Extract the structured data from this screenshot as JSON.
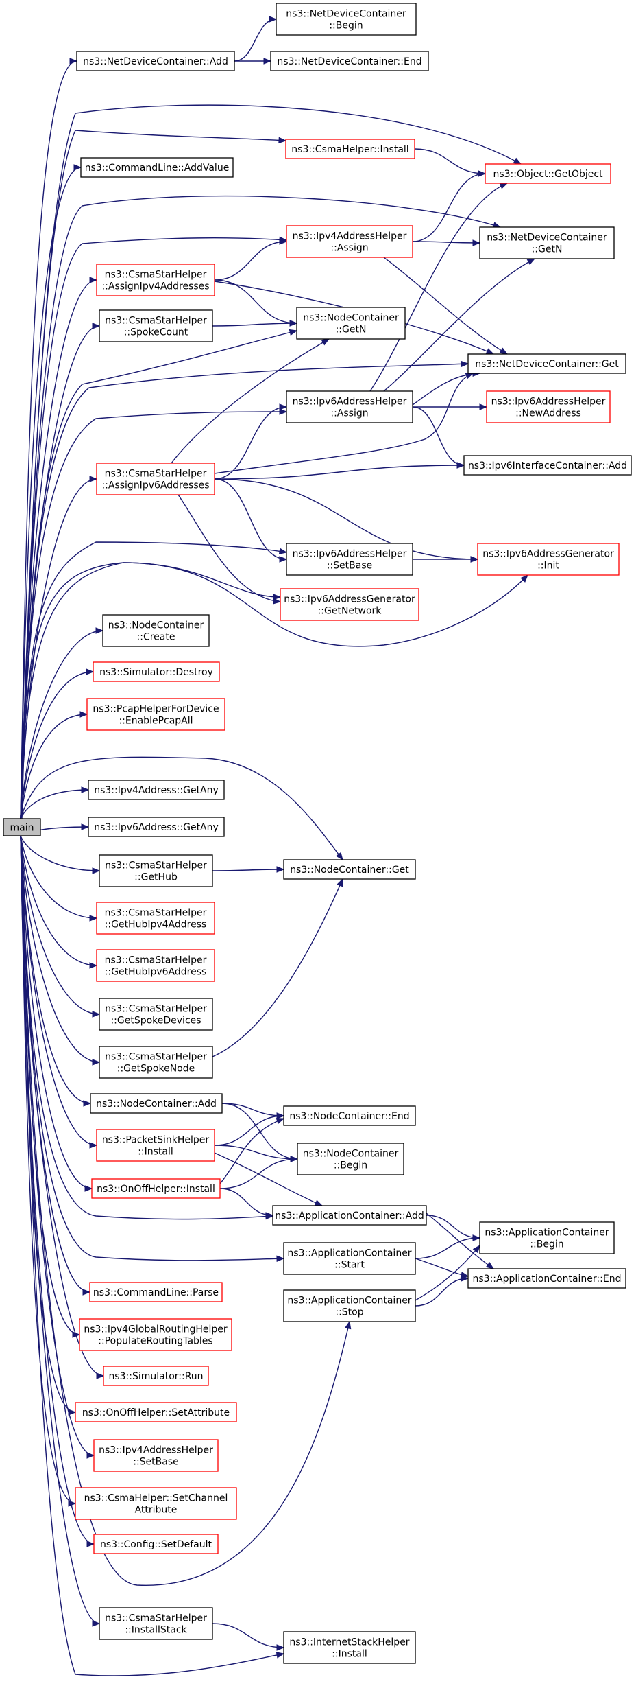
{
  "graph": {
    "root": "main",
    "nodes": [
      {
        "id": "main",
        "lines": [
          "main"
        ],
        "style": "root"
      },
      {
        "id": "ndc_add",
        "lines": [
          "ns3::NetDeviceContainer::Add"
        ],
        "style": "black"
      },
      {
        "id": "ndc_begin",
        "lines": [
          "ns3::NetDeviceContainer",
          "::Begin"
        ],
        "style": "black"
      },
      {
        "id": "ndc_end",
        "lines": [
          "ns3::NetDeviceContainer::End"
        ],
        "style": "black"
      },
      {
        "id": "csma_install",
        "lines": [
          "ns3::CsmaHelper::Install"
        ],
        "style": "red"
      },
      {
        "id": "obj_getobject",
        "lines": [
          "ns3::Object::GetObject"
        ],
        "style": "red"
      },
      {
        "id": "cl_addvalue",
        "lines": [
          "ns3::CommandLine::AddValue"
        ],
        "style": "black"
      },
      {
        "id": "ipv4ah_assign",
        "lines": [
          "ns3::Ipv4AddressHelper",
          "::Assign"
        ],
        "style": "red"
      },
      {
        "id": "ndc_getn",
        "lines": [
          "ns3::NetDeviceContainer",
          "::GetN"
        ],
        "style": "black"
      },
      {
        "id": "csh_assign4",
        "lines": [
          "ns3::CsmaStarHelper",
          "::AssignIpv4Addresses"
        ],
        "style": "red"
      },
      {
        "id": "csh_spokecount",
        "lines": [
          "ns3::CsmaStarHelper",
          "::SpokeCount"
        ],
        "style": "black"
      },
      {
        "id": "nc_getn",
        "lines": [
          "ns3::NodeContainer",
          "::GetN"
        ],
        "style": "black"
      },
      {
        "id": "ndc_get",
        "lines": [
          "ns3::NetDeviceContainer::Get"
        ],
        "style": "black"
      },
      {
        "id": "ipv6ah_assign",
        "lines": [
          "ns3::Ipv6AddressHelper",
          "::Assign"
        ],
        "style": "black"
      },
      {
        "id": "ipv6ah_newaddr",
        "lines": [
          "ns3::Ipv6AddressHelper",
          "::NewAddress"
        ],
        "style": "red"
      },
      {
        "id": "csh_assign6",
        "lines": [
          "ns3::CsmaStarHelper",
          "::AssignIpv6Addresses"
        ],
        "style": "red"
      },
      {
        "id": "ipv6ic_add",
        "lines": [
          "ns3::Ipv6InterfaceContainer::Add"
        ],
        "style": "black"
      },
      {
        "id": "ipv6ah_setbase",
        "lines": [
          "ns3::Ipv6AddressHelper",
          "::SetBase"
        ],
        "style": "black"
      },
      {
        "id": "ipv6ag_init",
        "lines": [
          "ns3::Ipv6AddressGenerator",
          "::Init"
        ],
        "style": "red"
      },
      {
        "id": "ipv6ag_getnet",
        "lines": [
          "ns3::Ipv6AddressGenerator",
          "::GetNetwork"
        ],
        "style": "red"
      },
      {
        "id": "nc_create",
        "lines": [
          "ns3::NodeContainer",
          "::Create"
        ],
        "style": "black"
      },
      {
        "id": "sim_destroy",
        "lines": [
          "ns3::Simulator::Destroy"
        ],
        "style": "red"
      },
      {
        "id": "pcap_enable",
        "lines": [
          "ns3::PcapHelperForDevice",
          "::EnablePcapAll"
        ],
        "style": "red"
      },
      {
        "id": "ipv4a_getany",
        "lines": [
          "ns3::Ipv4Address::GetAny"
        ],
        "style": "black"
      },
      {
        "id": "ipv6a_getany",
        "lines": [
          "ns3::Ipv6Address::GetAny"
        ],
        "style": "black"
      },
      {
        "id": "csh_gethub",
        "lines": [
          "ns3::CsmaStarHelper",
          "::GetHub"
        ],
        "style": "black"
      },
      {
        "id": "nc_get",
        "lines": [
          "ns3::NodeContainer::Get"
        ],
        "style": "black"
      },
      {
        "id": "csh_hub4",
        "lines": [
          "ns3::CsmaStarHelper",
          "::GetHubIpv4Address"
        ],
        "style": "red"
      },
      {
        "id": "csh_hub6",
        "lines": [
          "ns3::CsmaStarHelper",
          "::GetHubIpv6Address"
        ],
        "style": "red"
      },
      {
        "id": "csh_spokedevs",
        "lines": [
          "ns3::CsmaStarHelper",
          "::GetSpokeDevices"
        ],
        "style": "black"
      },
      {
        "id": "csh_spokenode",
        "lines": [
          "ns3::CsmaStarHelper",
          "::GetSpokeNode"
        ],
        "style": "black"
      },
      {
        "id": "nc_add",
        "lines": [
          "ns3::NodeContainer::Add"
        ],
        "style": "black"
      },
      {
        "id": "nc_end",
        "lines": [
          "ns3::NodeContainer::End"
        ],
        "style": "black"
      },
      {
        "id": "psh_install",
        "lines": [
          "ns3::PacketSinkHelper",
          "::Install"
        ],
        "style": "red"
      },
      {
        "id": "nc_begin",
        "lines": [
          "ns3::NodeContainer",
          "::Begin"
        ],
        "style": "black"
      },
      {
        "id": "onoff_install",
        "lines": [
          "ns3::OnOffHelper::Install"
        ],
        "style": "red"
      },
      {
        "id": "ac_add",
        "lines": [
          "ns3::ApplicationContainer::Add"
        ],
        "style": "black"
      },
      {
        "id": "ac_begin",
        "lines": [
          "ns3::ApplicationContainer",
          "::Begin"
        ],
        "style": "black"
      },
      {
        "id": "ac_start",
        "lines": [
          "ns3::ApplicationContainer",
          "::Start"
        ],
        "style": "black"
      },
      {
        "id": "ac_end",
        "lines": [
          "ns3::ApplicationContainer::End"
        ],
        "style": "black"
      },
      {
        "id": "ac_stop",
        "lines": [
          "ns3::ApplicationContainer",
          "::Stop"
        ],
        "style": "black"
      },
      {
        "id": "cl_parse",
        "lines": [
          "ns3::CommandLine::Parse"
        ],
        "style": "red"
      },
      {
        "id": "ipv4grh_populate",
        "lines": [
          "ns3::Ipv4GlobalRoutingHelper",
          "::PopulateRoutingTables"
        ],
        "style": "red"
      },
      {
        "id": "sim_run",
        "lines": [
          "ns3::Simulator::Run"
        ],
        "style": "red"
      },
      {
        "id": "onoff_setattr",
        "lines": [
          "ns3::OnOffHelper::SetAttribute"
        ],
        "style": "red"
      },
      {
        "id": "ipv4ah_setbase",
        "lines": [
          "ns3::Ipv4AddressHelper",
          "::SetBase"
        ],
        "style": "red"
      },
      {
        "id": "csma_setchan",
        "lines": [
          "ns3::CsmaHelper::SetChannel",
          "Attribute"
        ],
        "style": "red"
      },
      {
        "id": "config_setdefault",
        "lines": [
          "ns3::Config::SetDefault"
        ],
        "style": "red"
      },
      {
        "id": "csh_installstack",
        "lines": [
          "ns3::CsmaStarHelper",
          "::InstallStack"
        ],
        "style": "black"
      },
      {
        "id": "ish_install",
        "lines": [
          "ns3::InternetStackHelper",
          "::Install"
        ],
        "style": "black"
      }
    ],
    "edges": [
      [
        "main",
        "ndc_add"
      ],
      [
        "ndc_add",
        "ndc_begin"
      ],
      [
        "ndc_add",
        "ndc_end"
      ],
      [
        "main",
        "csma_install"
      ],
      [
        "main",
        "obj_getobject"
      ],
      [
        "csma_install",
        "obj_getobject"
      ],
      [
        "main",
        "cl_addvalue"
      ],
      [
        "main",
        "ndc_getn"
      ],
      [
        "main",
        "ipv4ah_assign"
      ],
      [
        "main",
        "csh_assign4"
      ],
      [
        "ipv4ah_assign",
        "obj_getobject"
      ],
      [
        "ipv4ah_assign",
        "ndc_getn"
      ],
      [
        "ipv4ah_assign",
        "ndc_get"
      ],
      [
        "csh_assign4",
        "ipv4ah_assign"
      ],
      [
        "csh_assign4",
        "nc_getn"
      ],
      [
        "csh_assign4",
        "ndc_get"
      ],
      [
        "main",
        "csh_spokecount"
      ],
      [
        "csh_spokecount",
        "nc_getn"
      ],
      [
        "main",
        "nc_getn"
      ],
      [
        "main",
        "ndc_get"
      ],
      [
        "main",
        "ipv6ah_assign"
      ],
      [
        "ipv6ah_assign",
        "obj_getobject"
      ],
      [
        "ipv6ah_assign",
        "ndc_getn"
      ],
      [
        "ipv6ah_assign",
        "ndc_get"
      ],
      [
        "ipv6ah_assign",
        "ipv6ah_newaddr"
      ],
      [
        "ipv6ah_assign",
        "ipv6ic_add"
      ],
      [
        "main",
        "csh_assign6"
      ],
      [
        "csh_assign6",
        "nc_getn"
      ],
      [
        "csh_assign6",
        "ipv6ah_assign"
      ],
      [
        "csh_assign6",
        "ndc_get"
      ],
      [
        "csh_assign6",
        "ipv6ic_add"
      ],
      [
        "csh_assign6",
        "ipv6ah_setbase"
      ],
      [
        "csh_assign6",
        "ipv6ag_init"
      ],
      [
        "csh_assign6",
        "ipv6ag_getnet"
      ],
      [
        "main",
        "ipv6ah_setbase"
      ],
      [
        "ipv6ah_setbase",
        "ipv6ag_init"
      ],
      [
        "main",
        "ipv6ag_getnet"
      ],
      [
        "main",
        "ipv6ag_init"
      ],
      [
        "main",
        "nc_create"
      ],
      [
        "main",
        "sim_destroy"
      ],
      [
        "main",
        "pcap_enable"
      ],
      [
        "main",
        "nc_get"
      ],
      [
        "main",
        "ipv4a_getany"
      ],
      [
        "main",
        "ipv6a_getany"
      ],
      [
        "main",
        "csh_gethub"
      ],
      [
        "csh_gethub",
        "nc_get"
      ],
      [
        "main",
        "csh_hub4"
      ],
      [
        "main",
        "csh_hub6"
      ],
      [
        "main",
        "csh_spokedevs"
      ],
      [
        "main",
        "csh_spokenode"
      ],
      [
        "csh_spokenode",
        "nc_get"
      ],
      [
        "main",
        "nc_add"
      ],
      [
        "nc_add",
        "nc_end"
      ],
      [
        "nc_add",
        "nc_begin"
      ],
      [
        "main",
        "psh_install"
      ],
      [
        "psh_install",
        "nc_end"
      ],
      [
        "psh_install",
        "nc_begin"
      ],
      [
        "psh_install",
        "ac_add"
      ],
      [
        "main",
        "onoff_install"
      ],
      [
        "onoff_install",
        "nc_end"
      ],
      [
        "onoff_install",
        "nc_begin"
      ],
      [
        "onoff_install",
        "ac_add"
      ],
      [
        "main",
        "ac_add"
      ],
      [
        "ac_add",
        "ac_begin"
      ],
      [
        "ac_add",
        "ac_end"
      ],
      [
        "main",
        "ac_start"
      ],
      [
        "ac_start",
        "ac_begin"
      ],
      [
        "ac_start",
        "ac_end"
      ],
      [
        "main",
        "ac_stop"
      ],
      [
        "ac_stop",
        "ac_begin"
      ],
      [
        "ac_stop",
        "ac_end"
      ],
      [
        "main",
        "cl_parse"
      ],
      [
        "main",
        "ipv4grh_populate"
      ],
      [
        "main",
        "sim_run"
      ],
      [
        "main",
        "onoff_setattr"
      ],
      [
        "main",
        "ipv4ah_setbase"
      ],
      [
        "main",
        "csma_setchan"
      ],
      [
        "main",
        "config_setdefault"
      ],
      [
        "main",
        "csh_installstack"
      ],
      [
        "csh_installstack",
        "ish_install"
      ],
      [
        "main",
        "ish_install"
      ]
    ]
  }
}
